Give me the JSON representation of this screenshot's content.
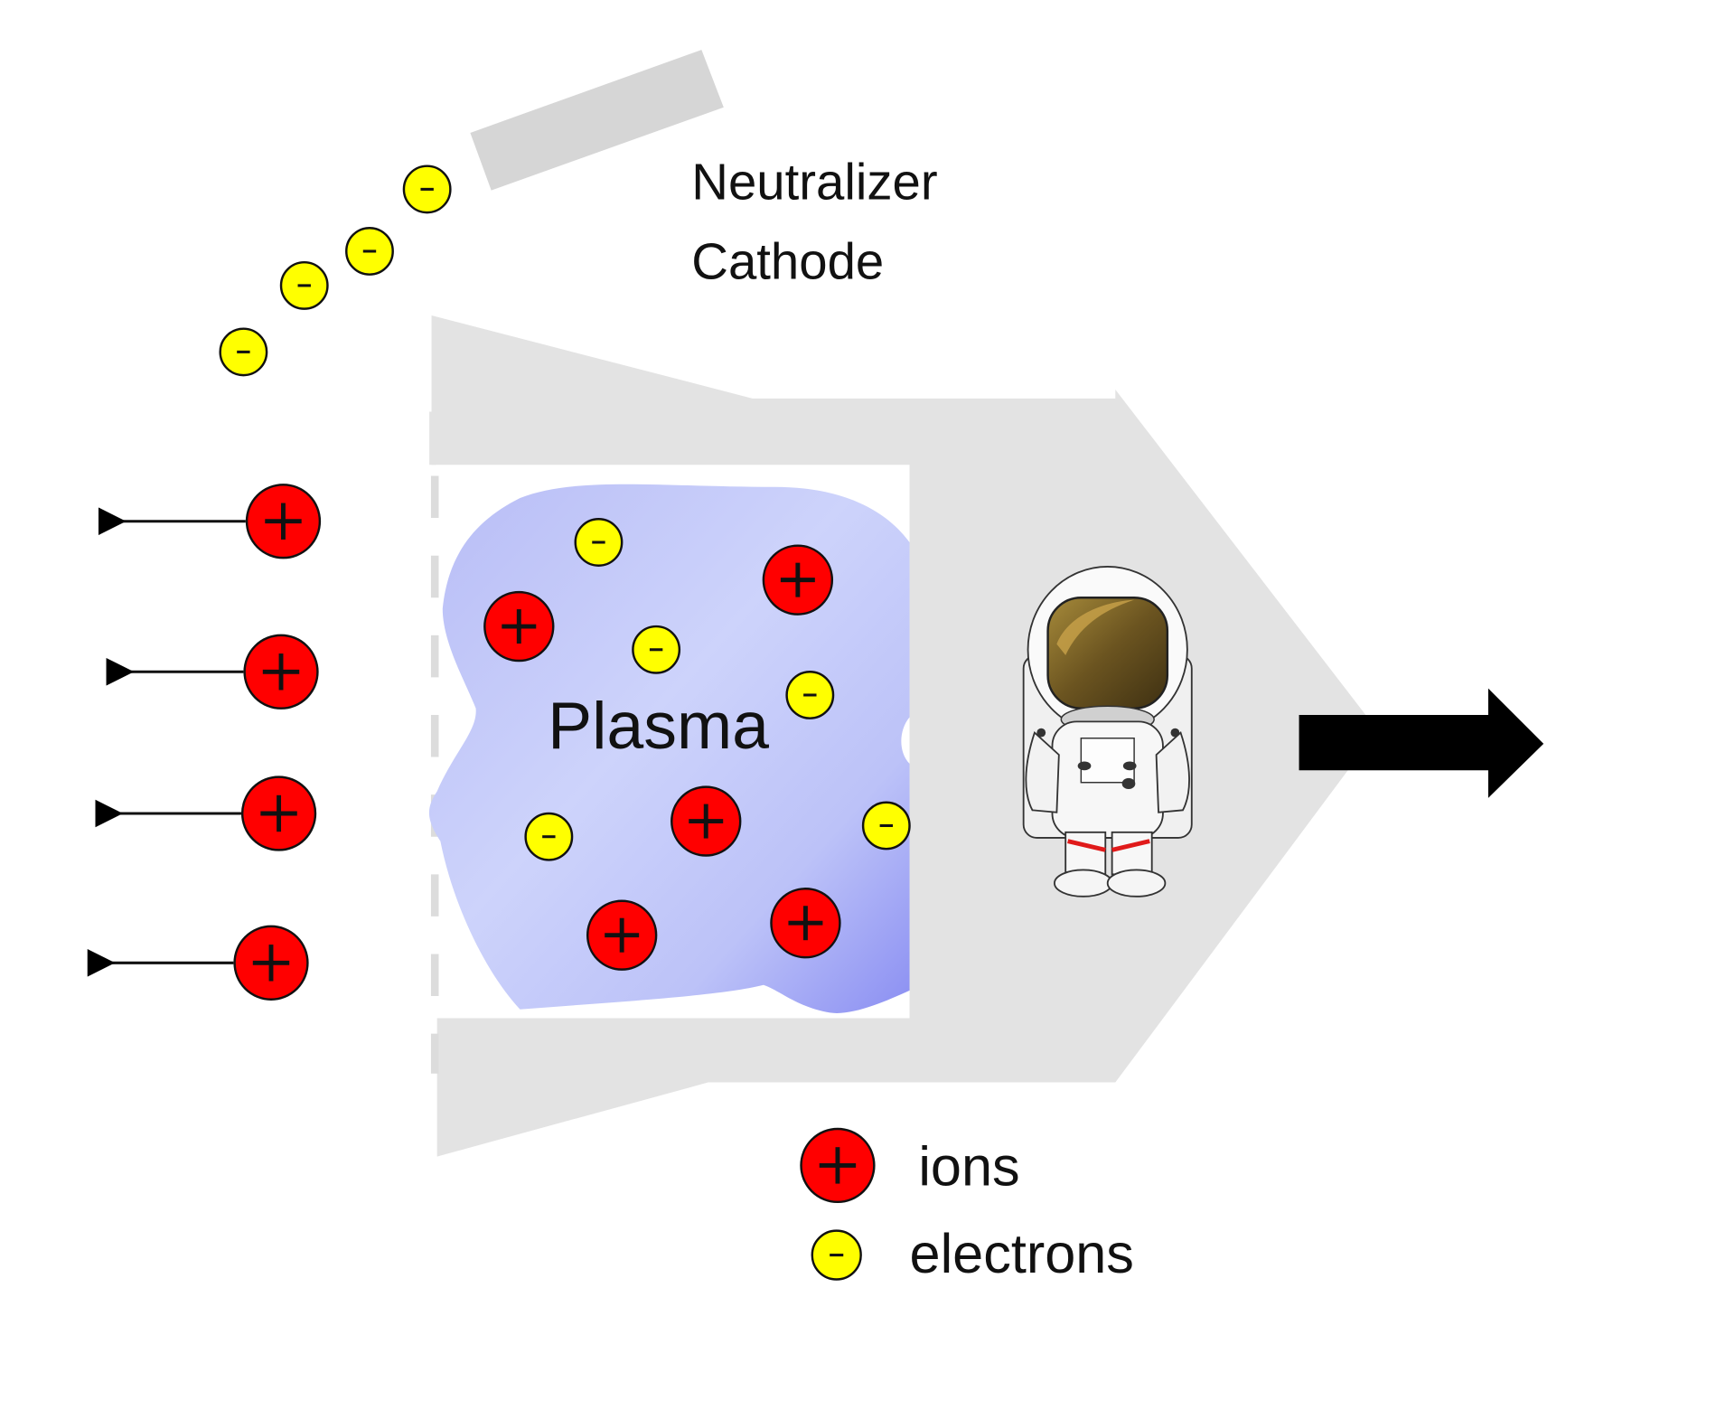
{
  "labels": {
    "neutralizer_line1": "Neutralizer",
    "neutralizer_line2": "Cathode",
    "plasma": "Plasma",
    "legend_ions": "ions",
    "legend_electrons": "electrons"
  },
  "particles": {
    "ion_symbol": "+",
    "electron_symbol": "-"
  },
  "colors": {
    "ion_fill": "#ff0000",
    "electron_fill": "#ffff00",
    "body_gray": "#e3e3e3",
    "cathode_gray": "#d6d6d6",
    "plasma_blue": "#b9bff7",
    "thrust_arrow": "#000000"
  },
  "icons": {
    "astronaut": "astronaut-icon",
    "thrust_arrow": "thrust-arrow-icon",
    "ion": "ion-icon",
    "electron": "electron-icon"
  }
}
